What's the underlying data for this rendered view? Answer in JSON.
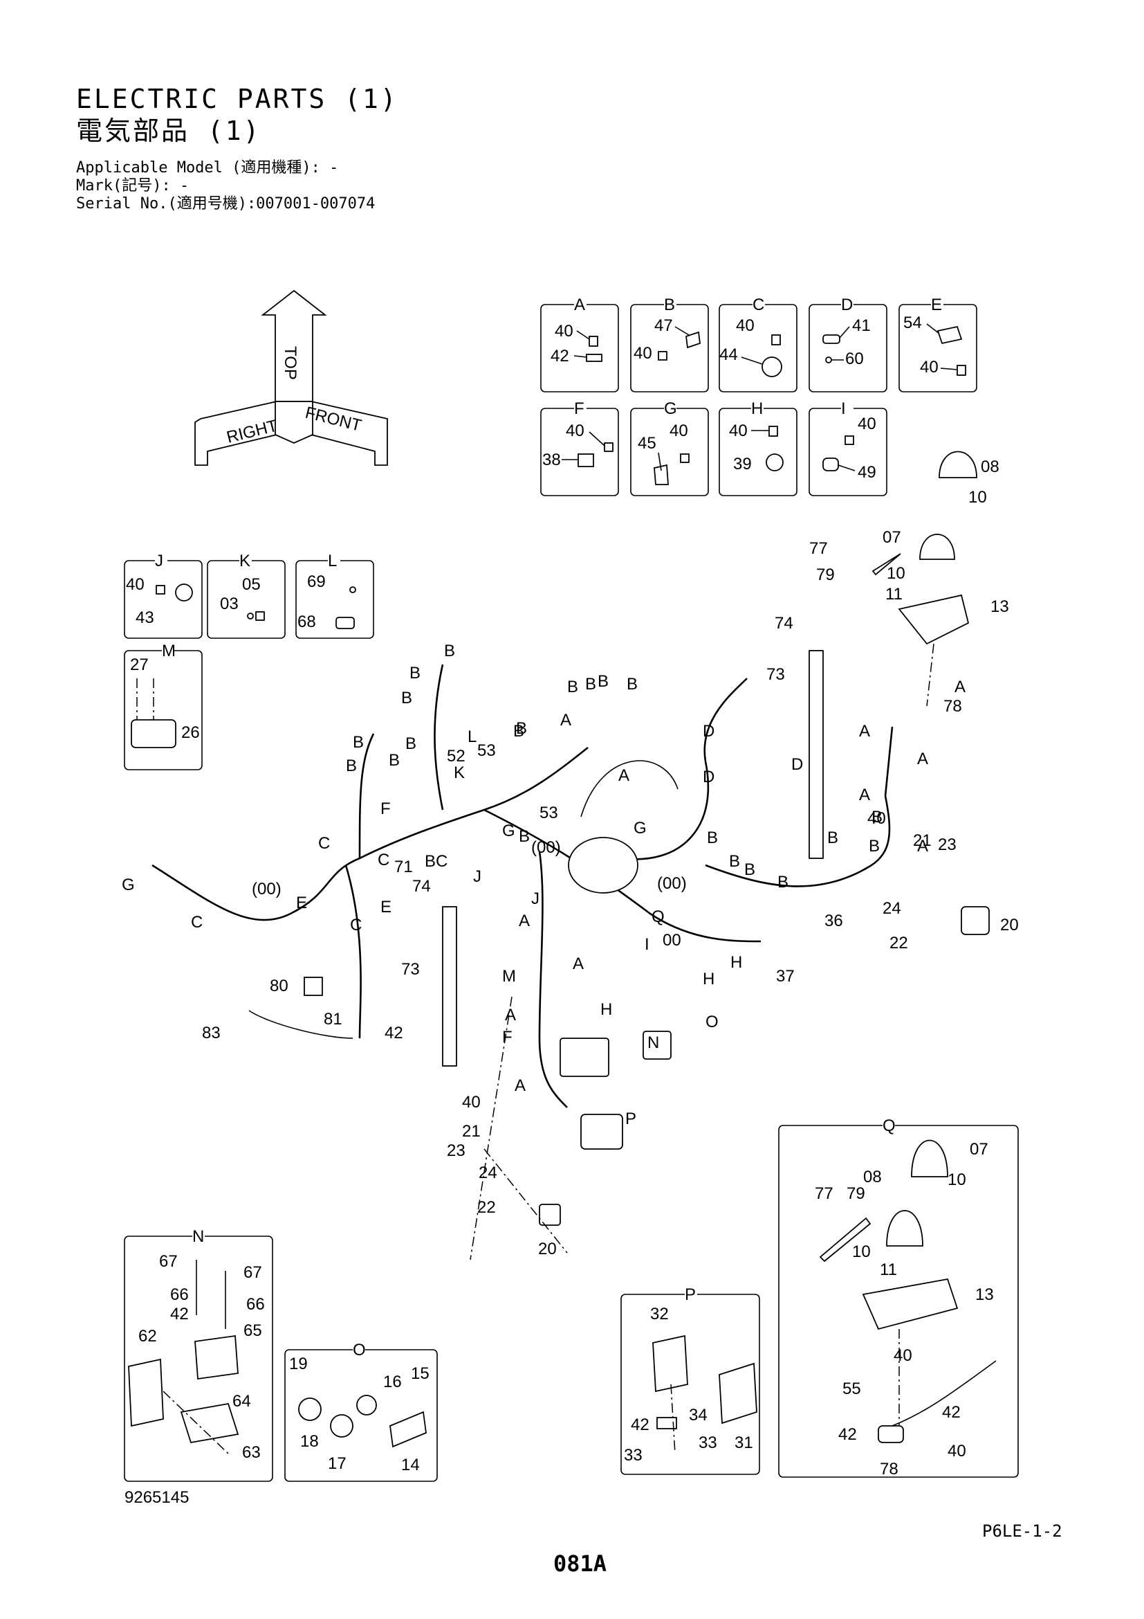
{
  "header": {
    "title_en": "ELECTRIC PARTS (1)",
    "title_jp": "電気部品 (1)",
    "applicable_model": "Applicable Model (適用機種): -",
    "mark": "Mark(記号): -",
    "serial_no": "Serial No.(適用号機):007001-007074"
  },
  "orientation": {
    "top": "TOP",
    "right": "RIGHT",
    "front": "FRONT"
  },
  "detail_boxes": [
    {
      "letter": "A",
      "parts": [
        "40",
        "42"
      ]
    },
    {
      "letter": "B",
      "parts": [
        "47",
        "40"
      ]
    },
    {
      "letter": "C",
      "parts": [
        "40",
        "44"
      ]
    },
    {
      "letter": "D",
      "parts": [
        "41",
        "60"
      ]
    },
    {
      "letter": "E",
      "parts": [
        "54",
        "40"
      ]
    },
    {
      "letter": "F",
      "parts": [
        "40",
        "38"
      ]
    },
    {
      "letter": "G",
      "parts": [
        "40",
        "45"
      ]
    },
    {
      "letter": "H",
      "parts": [
        "40",
        "39"
      ]
    },
    {
      "letter": "I",
      "parts": [
        "40",
        "49"
      ]
    },
    {
      "letter": "J",
      "parts": [
        "40",
        "43"
      ]
    },
    {
      "letter": "K",
      "parts": [
        "05",
        "03"
      ]
    },
    {
      "letter": "L",
      "parts": [
        "69",
        "68"
      ]
    },
    {
      "letter": "M",
      "parts": [
        "27",
        "26"
      ]
    },
    {
      "letter": "N",
      "parts": [
        "67",
        "67",
        "66",
        "66",
        "42",
        "62",
        "65",
        "64",
        "63"
      ]
    },
    {
      "letter": "O",
      "parts": [
        "19",
        "15",
        "16",
        "18",
        "17",
        "14"
      ]
    },
    {
      "letter": "P",
      "parts": [
        "32",
        "42",
        "34",
        "33",
        "33",
        "31"
      ]
    },
    {
      "letter": "Q",
      "parts": [
        "07",
        "08",
        "10",
        "77",
        "79",
        "10",
        "11",
        "13",
        "40",
        "55",
        "42",
        "42",
        "40",
        "78"
      ]
    }
  ],
  "callouts": [
    "08",
    "10",
    "07",
    "77",
    "79",
    "10",
    "11",
    "13",
    "74",
    "73",
    "A",
    "78",
    "A",
    "A",
    "A",
    "40",
    "B",
    "A",
    "21",
    "23",
    "24",
    "20",
    "22",
    "36",
    "37",
    "B",
    "B",
    "B",
    "B",
    "B",
    "B",
    "B",
    "B",
    "B",
    "B",
    "B",
    "B",
    "B",
    "B",
    "B",
    "B",
    "B",
    "B",
    "B",
    "B",
    "A",
    "A",
    "D",
    "D",
    "D",
    "L",
    "52",
    "53",
    "K",
    "53",
    "F",
    "G",
    "G",
    "C",
    "C",
    "71",
    "BC",
    "(00)",
    "(00)",
    "(00)",
    "00",
    "J",
    "J",
    "Q",
    "A",
    "I",
    "H",
    "H",
    "H",
    "M",
    "A",
    "A",
    "F",
    "N",
    "O",
    "A",
    "P",
    "G",
    "C",
    "E",
    "E",
    "C",
    "74",
    "73",
    "80",
    "81",
    "83",
    "42",
    "40",
    "21",
    "23",
    "24",
    "22",
    "20"
  ],
  "footer": {
    "figure_code": "9265145",
    "sheet_code": "P6LE-1-2",
    "page": "081A"
  }
}
